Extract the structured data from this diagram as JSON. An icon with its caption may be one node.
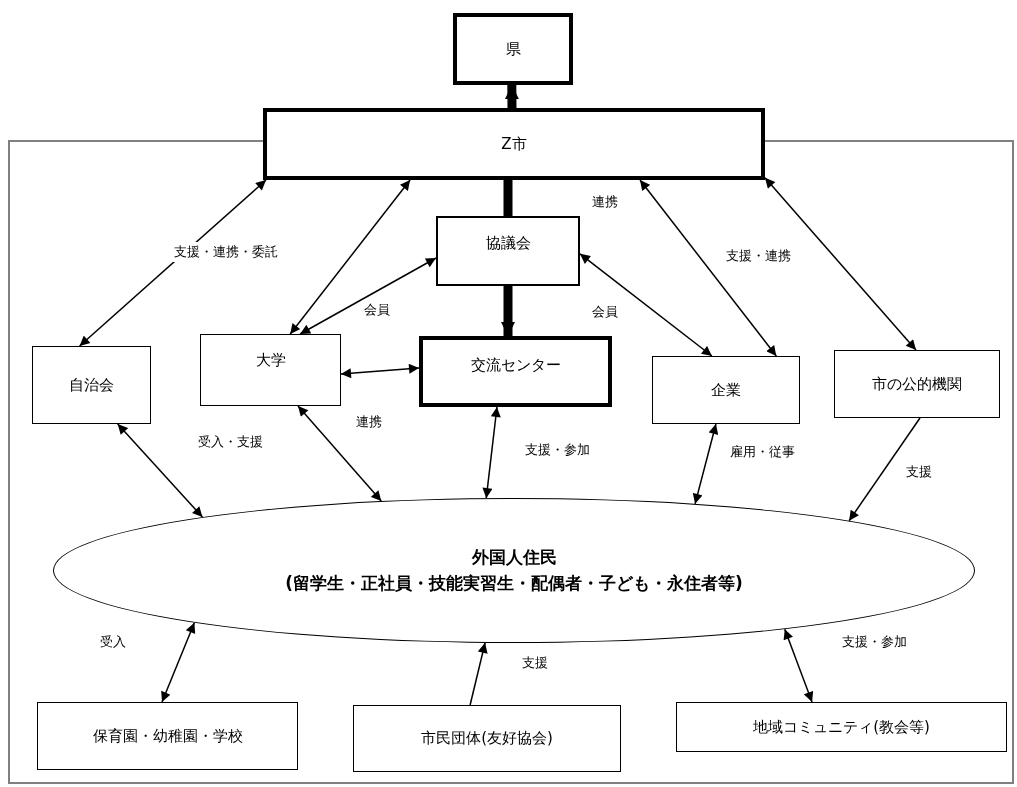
{
  "diagram": {
    "nodes": [
      {
        "text": [
          "県"
        ]
      },
      {
        "text": [
          "Z市"
        ]
      },
      {
        "text": [
          "協議会"
        ]
      },
      {
        "text": [
          "自治会"
        ]
      },
      {
        "text": [
          "大学"
        ]
      },
      {
        "text": [
          "交流センター"
        ]
      },
      {
        "text": [
          "企業"
        ]
      },
      {
        "text": [
          "市の公的機関"
        ]
      },
      {
        "text": [
          "外国人住民",
          "(留学生・正社員・技能実習生・配偶者・子ども・永住者等)"
        ]
      },
      {
        "text": [
          "保育園・幼稚園・学校"
        ]
      },
      {
        "text": [
          "市民団体(友好協会)"
        ]
      },
      {
        "text": [
          "地域コミュニティ(教会等)"
        ]
      }
    ],
    "edges": [
      {
        "from": 1,
        "to": 0,
        "arrow": "to",
        "style": "thick"
      },
      {
        "from": 2,
        "to": 1,
        "arrow": "none",
        "style": "thick"
      },
      {
        "from": 2,
        "to": 5,
        "arrow": "to",
        "style": "thick"
      },
      {
        "from": 3,
        "to": 1,
        "arrow": "both",
        "label": "支援・連携・委託"
      },
      {
        "from": 4,
        "to": 1,
        "arrow": "both"
      },
      {
        "from": 4,
        "to": 2,
        "arrow": "both",
        "label": "会員"
      },
      {
        "from": 2,
        "to": 6,
        "arrow": "both",
        "label": "会員"
      },
      {
        "from": 6,
        "to": 1,
        "arrow": "both",
        "label": "連携"
      },
      {
        "from": 7,
        "to": 1,
        "arrow": "both",
        "label": "支援・連携"
      },
      {
        "from": 4,
        "to": 5,
        "arrow": "both",
        "label": "連携"
      },
      {
        "from": 3,
        "to": 8,
        "arrow": "both"
      },
      {
        "from": 4,
        "to": 8,
        "arrow": "both",
        "label": "受入・支援"
      },
      {
        "from": 5,
        "to": 8,
        "arrow": "both",
        "label": "支援・参加"
      },
      {
        "from": 6,
        "to": 8,
        "arrow": "both",
        "label": "雇用・従事"
      },
      {
        "from": 7,
        "to": 8,
        "arrow": "to",
        "label": "支援"
      },
      {
        "from": 9,
        "to": 8,
        "arrow": "both",
        "label": "受入"
      },
      {
        "from": 10,
        "to": 8,
        "arrow": "to",
        "label": "支援"
      },
      {
        "from": 11,
        "to": 8,
        "arrow": "both",
        "label": "支援・参加"
      }
    ]
  }
}
